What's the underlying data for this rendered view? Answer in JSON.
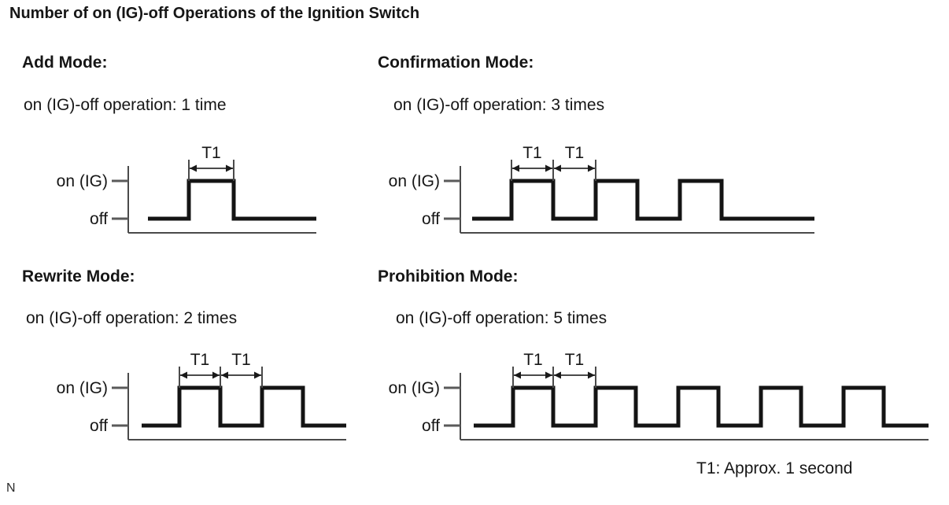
{
  "title": "Number of on (IG)-off Operations of the Ignition Switch",
  "footnote": "T1: Approx. 1 second",
  "page_marker": "N",
  "colors": {
    "background": "#ffffff",
    "text": "#161616",
    "wave_line": "#141414",
    "thin_line": "#4a4a4a",
    "tick_line": "#5a5a5a",
    "arrow_head": "#1a1a1a"
  },
  "axis_labels": {
    "on": "on (IG)",
    "off": "off"
  },
  "t1_label": "T1",
  "panels": [
    {
      "id": "add",
      "heading": "Add Mode:",
      "operation": "on (IG)-off operation: 1 time",
      "pulses": 1,
      "t1_arrows": 1
    },
    {
      "id": "confirmation",
      "heading": "Confirmation Mode:",
      "operation": "on (IG)-off operation: 3 times",
      "pulses": 3,
      "t1_arrows": 2
    },
    {
      "id": "rewrite",
      "heading": "Rewrite Mode:",
      "operation": "on (IG)-off operation: 2 times",
      "pulses": 2,
      "t1_arrows": 2
    },
    {
      "id": "prohibition",
      "heading": "Prohibition Mode:",
      "operation": "on (IG)-off operation: 5 times",
      "pulses": 5,
      "t1_arrows": 2
    }
  ]
}
